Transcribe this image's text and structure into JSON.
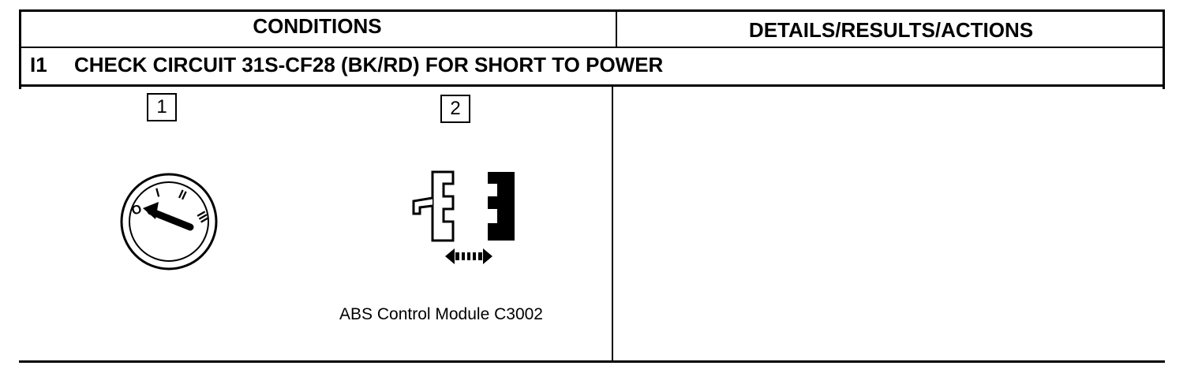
{
  "table": {
    "header": {
      "conditions": "CONDITIONS",
      "details": "DETAILS/RESULTS/ACTIONS"
    },
    "step": {
      "id": "I1",
      "title": "CHECK CIRCUIT 31S-CF28 (BK/RD) FOR SHORT TO POWER"
    },
    "conditions": {
      "items": [
        {
          "number": "1",
          "icon": "ignition-switch-off-icon",
          "positions": [
            "O",
            "I",
            "II",
            "III"
          ]
        },
        {
          "number": "2",
          "icon": "connector-disconnect-icon",
          "caption": "ABS Control Module C3002"
        }
      ]
    },
    "details": {
      "text": ""
    }
  }
}
